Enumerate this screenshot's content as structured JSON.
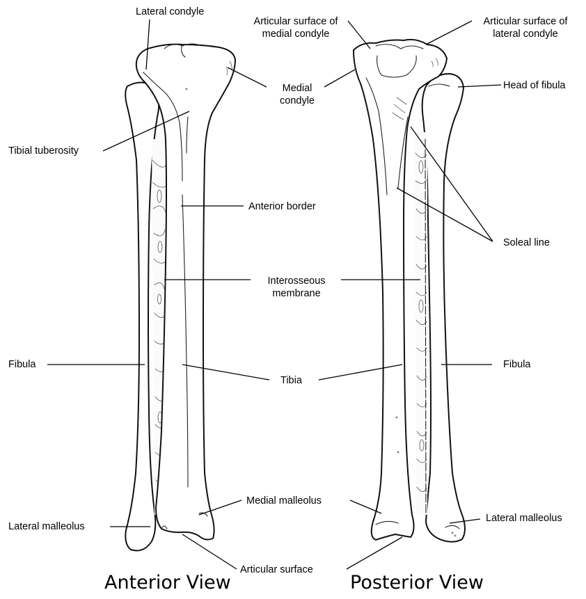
{
  "labels": {
    "lateral_condyle": "Lateral condyle",
    "articular_surface_medial_condyle": "Articular surface of medial condyle",
    "articular_surface_lateral_condyle": "Articular surface of lateral condyle",
    "medial_condyle": "Medial condyle",
    "head_of_fibula": "Head of fibula",
    "tibial_tuberosity": "Tibial tuberosity",
    "anterior_border": "Anterior border",
    "soleal_line": "Soleal line",
    "interosseous_membrane": "Interosseous membrane",
    "fibula_left": "Fibula",
    "tibia": "Tibia",
    "fibula_right": "Fibula",
    "medial_malleolus": "Medial malleolus",
    "lateral_malleolus_left": "Lateral malleolus",
    "lateral_malleolus_right": "Lateral malleolus",
    "articular_surface": "Articular surface"
  },
  "views": {
    "anterior": "Anterior View",
    "posterior": "Posterior View"
  }
}
